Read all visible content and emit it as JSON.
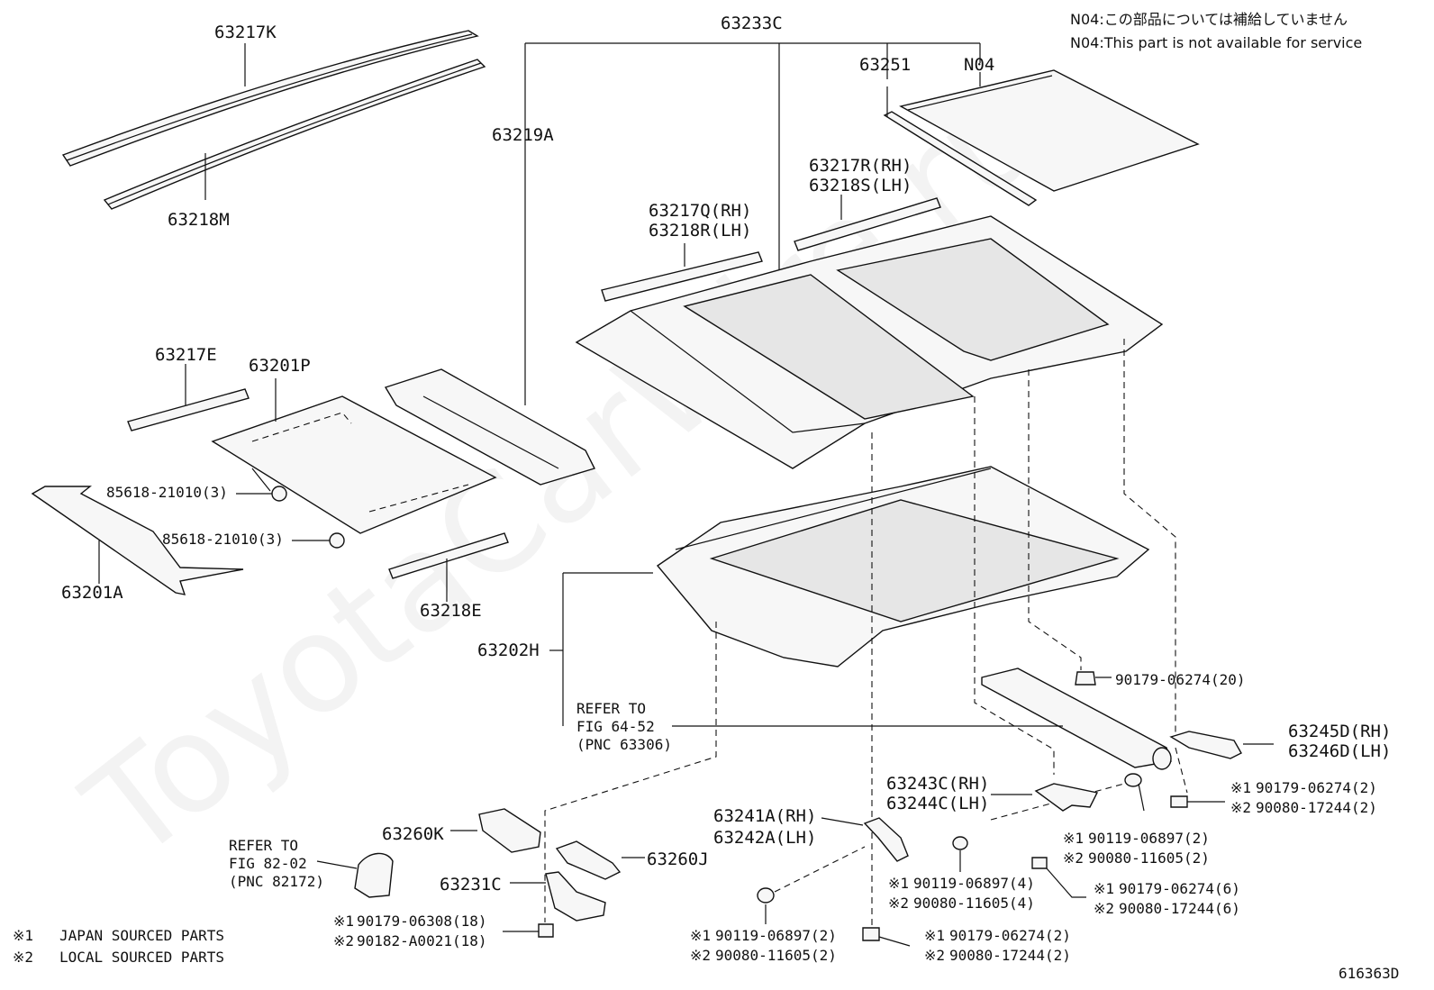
{
  "watermark": "ToyotaCarWire.ru",
  "notes": {
    "n04_jp": "N04:この部品については補給していません",
    "n04_en": "N04:This part is not available for service"
  },
  "legend": {
    "sym1": "※1",
    "sym2": "※2",
    "japan": "JAPAN SOURCED PARTS",
    "local": "LOCAL SOURCED PARTS"
  },
  "figure_id": "616363D",
  "parts": {
    "p63217K": "63217K",
    "p63218M": "63218M",
    "p63233C": "63233C",
    "p63251": "63251",
    "pN04": "N04",
    "p63219A": "63219A",
    "p63217R": "63217R(RH)",
    "p63218S": "63218S(LH)",
    "p63217Q": "63217Q(RH)",
    "p63218R": "63218R(LH)",
    "p63217E": "63217E",
    "p63201P": "63201P",
    "p85618a": "85618-21010(3)",
    "p85618b": "85618-21010(3)",
    "p63201A": "63201A",
    "p63218E": "63218E",
    "p63202H": "63202H",
    "p90179_20": "90179-06274(20)",
    "p63245D": "63245D(RH)",
    "p63246D": "63246D(LH)",
    "p90179_2a": "90179-06274(2)",
    "p90080_2a": "90080-17244(2)",
    "p63243C": "63243C(RH)",
    "p63244C": "63244C(LH)",
    "p90119_2a": "90119-06897(2)",
    "p90080_11605_2a": "90080-11605(2)",
    "p63260K": "63260K",
    "p63241A": "63241A(RH)",
    "p63242A": "63242A(LH)",
    "p90119_4": "90119-06897(4)",
    "p90080_11605_4": "90080-11605(4)",
    "p90179_6": "90179-06274(6)",
    "p90080_17244_6": "90080-17244(6)",
    "p63260J": "63260J",
    "p63231C": "63231C",
    "p90179_06308": "90179-06308(18)",
    "p90182": "90182-A0021(18)",
    "p90119_2b": "90119-06897(2)",
    "p90080_11605_2b": "90080-11605(2)",
    "p90179_2b": "90179-06274(2)",
    "p90080_17244_2b": "90080-17244(2)"
  },
  "refers": {
    "r1_line1": "REFER TO",
    "r1_line2": "FIG 64-52",
    "r1_line3": "(PNC 63306)",
    "r2_line1": "REFER TO",
    "r2_line2": "FIG 82-02",
    "r2_line3": "(PNC 82172)"
  }
}
